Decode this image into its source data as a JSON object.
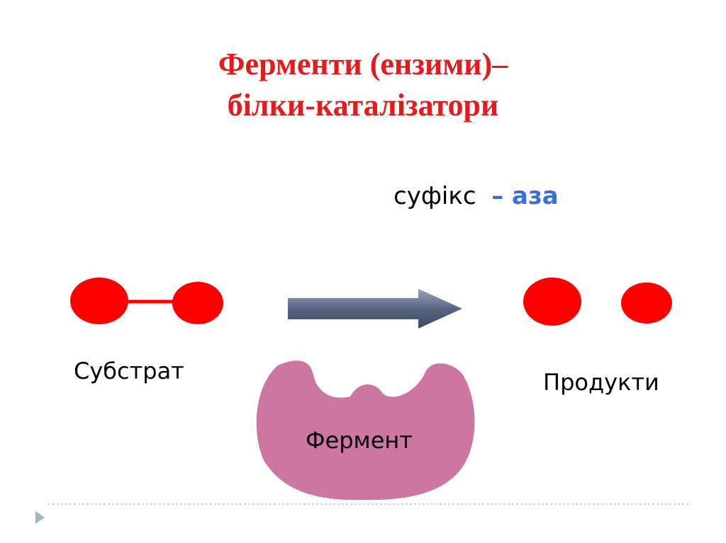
{
  "title": {
    "line1": "Ферменти (ензими)–",
    "line2": "білки-каталізатори",
    "color": "#e51b1b"
  },
  "suffix": {
    "word": "суфікс",
    "accent": "– аза",
    "accent_color": "#3a6fd8"
  },
  "diagram": {
    "substrate_label": "Субстрат",
    "enzyme_label": "Фермент",
    "products_label": "Продукти",
    "molecule_color": "#ff0000",
    "enzyme_color": "#cc76a1",
    "arrow_color": "#5a6682"
  }
}
